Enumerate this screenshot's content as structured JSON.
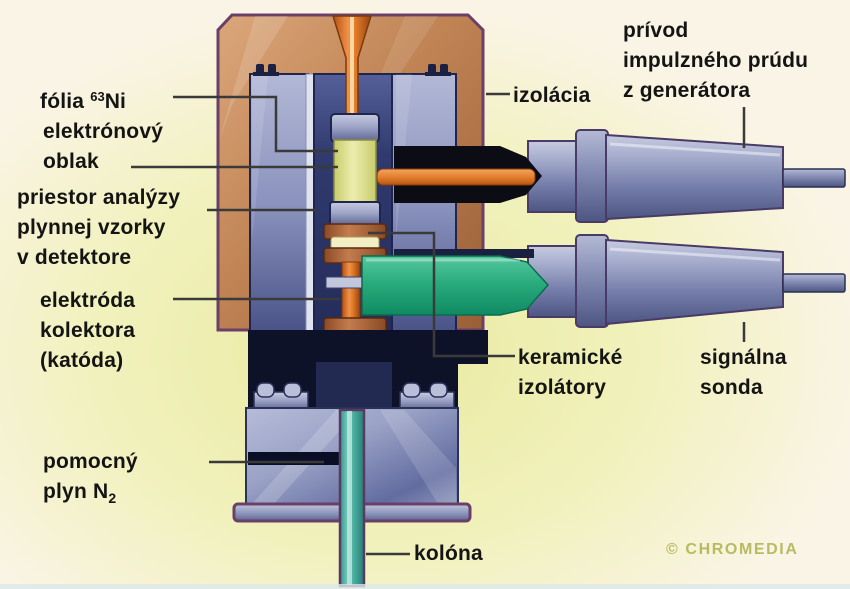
{
  "labels": {
    "folia": {
      "prefix": "fólia ",
      "sup": "63",
      "suffix": "Ni"
    },
    "oblak": [
      "elektrónový",
      "oblak"
    ],
    "priestor": [
      "priestor analýzy",
      "plynnej vzorky",
      "v detektore"
    ],
    "elektroda": [
      "elektróda",
      "kolektora",
      "(katóda)"
    ],
    "pomocny": {
      "line1": "pomocný",
      "line2_prefix": "plyn N",
      "sub": "2"
    },
    "kolona": "kolóna",
    "izolacia": "izolácia",
    "privod": [
      "prívod",
      "impulzného prúdu",
      "z generátora"
    ],
    "keramicke": [
      "keramické",
      "izolátory"
    ],
    "signalna": [
      "signálna",
      "sonda"
    ],
    "watermark": "© CHROMEDIA"
  },
  "colors": {
    "background_cream": "#faf4e6",
    "background_green": "#e9eaa0",
    "copper": "#c08354",
    "steel_blue": "#8b93be",
    "dark_navy": "#232b58",
    "outline_purple": "#6b4068",
    "orange_tube": "#e07a28",
    "yellow_foil": "#dfe188",
    "ceramic_brown": "#a9613a",
    "teal_column": "#4db0a2",
    "signal_green": "#2aac7e",
    "label_text": "#141414",
    "watermark_olive": "#b0b655"
  }
}
